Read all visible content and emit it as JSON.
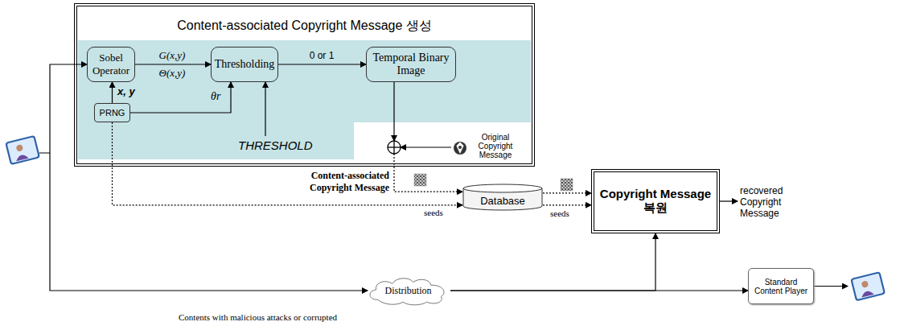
{
  "diagram": {
    "nodes": [
      {
        "text": [
          "Content-associated Copyright Message 생성"
        ]
      },
      {
        "text": [
          "Sobel Operator"
        ],
        "in": 0
      },
      {
        "text": [
          "Thresholding"
        ],
        "in": 0
      },
      {
        "text": [
          "Temporal Binary Image"
        ],
        "in": 0
      },
      {
        "text": [
          "PRNG"
        ],
        "in": 0
      },
      {
        "text": [
          "Database"
        ]
      },
      {
        "text": [
          "Copyright Message 복원"
        ]
      },
      {
        "text": [
          "Distribution"
        ]
      },
      {
        "text": [
          "Standard Content Player"
        ]
      }
    ],
    "edges": [
      {
        "from": 1,
        "to": 2,
        "arrow": "to",
        "label": "G(x,y)"
      },
      {
        "from": 2,
        "to": 3,
        "arrow": "to",
        "label": "0 or 1"
      },
      {
        "from": 4,
        "to": 1,
        "arrow": "to",
        "label": "x, y"
      },
      {
        "from": 4,
        "to": 2,
        "arrow": "to",
        "label": "θr"
      },
      {
        "from": 4,
        "to": 5,
        "arrow": "to",
        "label": "seeds"
      },
      {
        "from": 5,
        "to": 6,
        "arrow": "to"
      },
      {
        "from": 5,
        "to": 6,
        "arrow": "to",
        "label": "seeds"
      },
      {
        "from": 7,
        "to": 8,
        "arrow": "to"
      },
      {
        "from": 7,
        "to": 6,
        "arrow": "to"
      }
    ],
    "labels": [
      "Θ(x,y)",
      "THRESHOLD",
      "Original Copyright Message",
      "Content-associated Copyright Message",
      "recovered Copyright Message",
      "Contents with malicious attacks or corrupted"
    ]
  }
}
